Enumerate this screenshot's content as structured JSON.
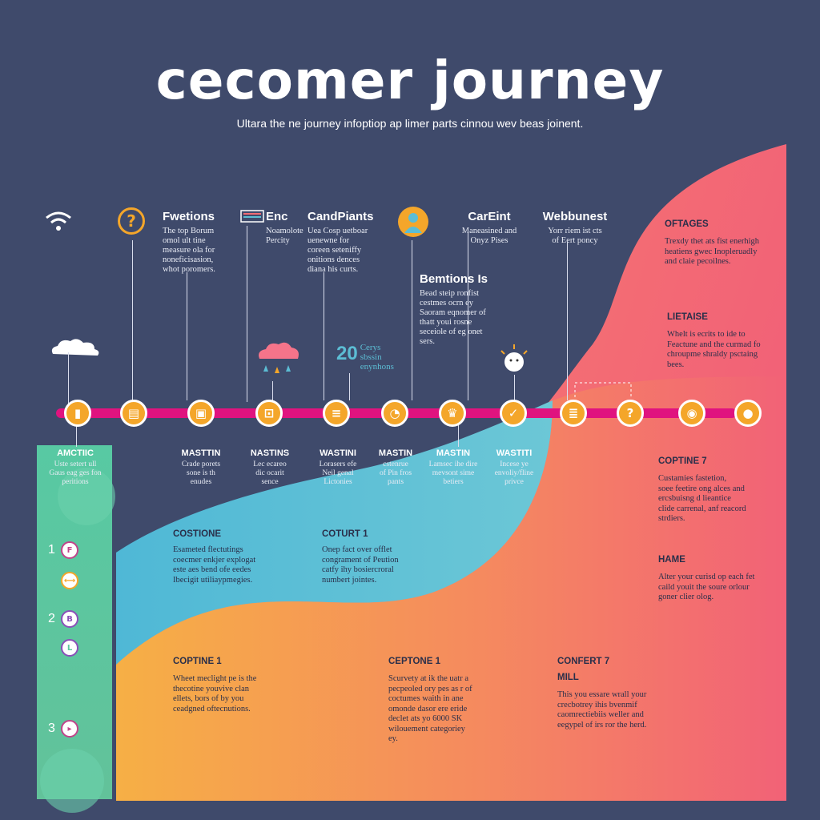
{
  "title": "cecomer journey",
  "subtitle": "Ultara the ne journey infoptiop ap limer parts cinnou wev beas joinent.",
  "top_stages": [
    {
      "title": "Fwetions",
      "body": "The top Borum\nomol ult tine\nmeasure ola for\nnoneficisasion,\nwhot poromers."
    },
    {
      "title": "Enc",
      "body": "Noamolote\nPercity"
    },
    {
      "title": "CandPiants",
      "body": "Uea Cosp uetboar\nuenewne for\ncoreen seteniffy\nonitions dences\ndiana his curts."
    },
    {
      "title": "CarEint",
      "body": "Maneasined and\nOnyz Pises"
    },
    {
      "title": "Webbunest",
      "body": "Yorr riem ist cts\nof Eert poncy"
    },
    {
      "title": "Bemtions Is",
      "body": "Bead steip ronfist\ncestmes ocrn ey\nSaoram eqnomer of\nthatt youi rosne\nseceiole of eg onet\nsers."
    }
  ],
  "stat": {
    "number": "20",
    "label": "Cerys\nsbssin\nenynhons"
  },
  "timeline_labels": [
    {
      "title": "MASTTIN",
      "body": "Crade porets\nsone is th\nenudes"
    },
    {
      "title": "NASTINS",
      "body": "Lec ecareo\ndic ocarit\nsence"
    },
    {
      "title": "WASTINI",
      "body": "Lorasers efe\nNeil genal\nLictonies"
    },
    {
      "title": "MASTIN",
      "body": "cstenrue\nof Pin fros\npants"
    },
    {
      "title": "MASTIN",
      "body": "Lamsec ihe dire\nmevsont sime\nbetiers"
    },
    {
      "title": "WASTITI",
      "body": "Incese ye\nenvoliy/fline\nprivce"
    }
  ],
  "side_panel": {
    "title": "AMCTIIC",
    "body": "Uste setert ull\nGaus eag ges fon\nperitions",
    "numbers": [
      "1",
      "2",
      "3"
    ]
  },
  "right_sections": [
    {
      "title": "OFTAGES",
      "body": "Trexdy thet ats fist enerhigh\nheatiens gwec Inopleruadly\nand claie pecoilnes."
    },
    {
      "title": "LIETAISE",
      "body": "Whelt is ecrits to ide to\nFeactune and the curmad fo\nchroupme shraldy psctaing\nbees."
    },
    {
      "title": "COPTINE 7",
      "body": "Custamies fastetion,\nsoee feetire ong alces and\nercsbuisng d lieantice\nclide carrenal, anf reacord\nstrdiers."
    },
    {
      "title": "HAME",
      "body": "Alter your curisd op each fet\ncaild youit the soure orlour\ngoner clier olog."
    }
  ],
  "teal_sections": [
    {
      "title": "COSTIONE",
      "body": "Esameted flectutings\ncoecmer enkjer explogat\neste aes bend ofe eedes\nIbecigit utiliaypmegies."
    },
    {
      "title": "COTURT 1",
      "body": "Onep fact over offlet\ncongrament of Peution\ncatfy ihy bosiercroral\nnumbert jointes."
    }
  ],
  "bottom_sections": [
    {
      "title": "COPTINE 1",
      "body": "Wheet meclight pe is the\nthecotine youvive clan\nellets, bors of by you\nceadgned oftecnutions."
    },
    {
      "title": "CEPTONE 1",
      "body": "Scurvety at ik the uatr a\npecpeoled ory pes as r of\ncoctumes waith in ane\nomonde dasor ere eride\ndeclet ats yo 6000 SK\nwilouement categoriey\ney."
    },
    {
      "title": "CONFERT 7",
      "subtitle": "MILL",
      "body": "This you essare wrall your\ncrecbotrey ihis bvenmif\ncaomrectiebiis weller and\neegypel of irs ror the herd."
    }
  ],
  "colors": {
    "background": "#3f4a6b",
    "timeline": "#e0137f",
    "node": "#f4a62a",
    "teal": "#5cbdd4",
    "green": "#5cc8a0",
    "coral": "#f26b73",
    "orange": "#f5ad4a"
  },
  "icons": [
    "wifi-icon",
    "question-icon",
    "keyboard-icon",
    "person-icon",
    "cloud-icon",
    "rain-cloud-icon",
    "sun-face-icon"
  ],
  "nodes": [
    "chart-icon",
    "bookmark-icon",
    "bag-icon",
    "lock-icon",
    "document-icon",
    "swirl-icon",
    "crown-icon",
    "check-icon",
    "note-icon",
    "question-icon",
    "target-icon",
    "user-icon"
  ]
}
